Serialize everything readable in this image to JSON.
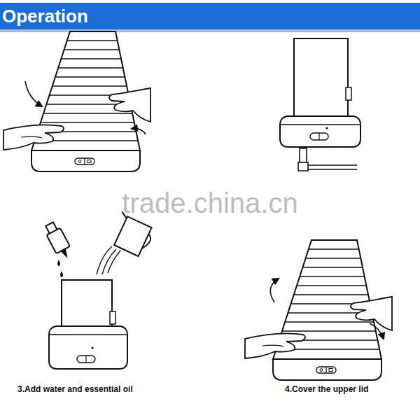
{
  "diagram": {
    "title": "Operation",
    "labels": [
      "3.Add water and essential oil",
      "4.Cover the upper lid",
      "trade.china.cn"
    ]
  }
}
